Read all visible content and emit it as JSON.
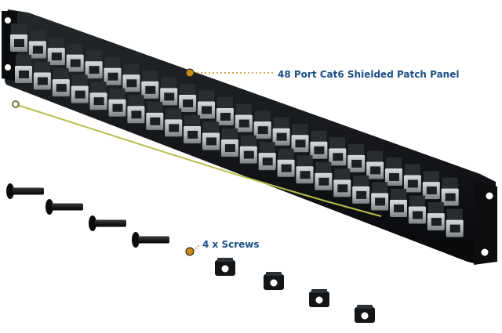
{
  "callouts": {
    "panel_label": "48 Port Cat6 Shielded Patch Panel",
    "screws_label": "4 x Screws"
  },
  "product": {
    "port_rows": 2,
    "ports_per_row": 24,
    "screw_count": 4,
    "cage_nut_count": 4
  },
  "colors": {
    "label_text": "#1a4f86",
    "callout_dot": "#c98a17",
    "panel_body": "#101214",
    "jack_metal": "#b9bcbf",
    "ground_wire": "#b8bf4e"
  }
}
